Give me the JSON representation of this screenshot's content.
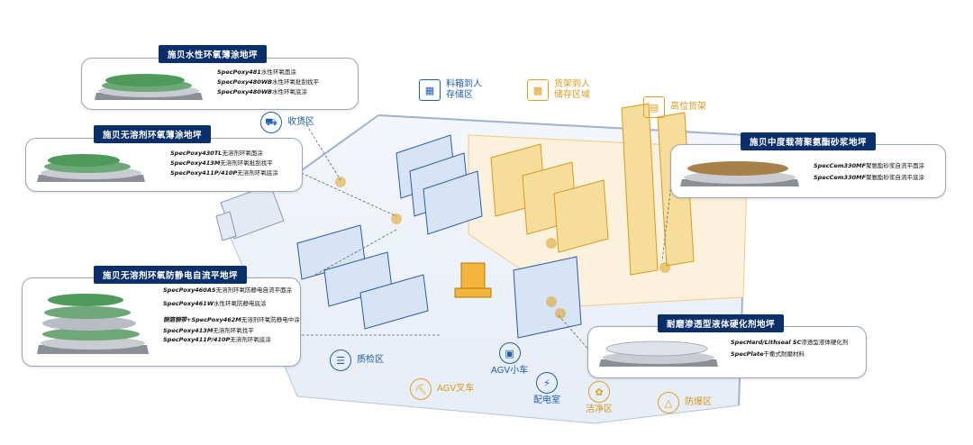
{
  "cards": {
    "waterborne": {
      "title": "施贝水性环氧薄涂地坪",
      "layers": [
        {
          "code": "SpecPoxy481",
          "desc": "水性环氧面涂"
        },
        {
          "code": "SpecPoxy480WB",
          "desc": "水性环氧批刮找平"
        },
        {
          "code": "SpecPoxy480WB",
          "desc": "水性环氧底涂"
        }
      ]
    },
    "solvent_free_thin": {
      "title": "施贝无溶剂环氧薄涂地坪",
      "layers": [
        {
          "code": "SpecPoxy430TL",
          "desc": "无溶剂环氧面涂"
        },
        {
          "code": "SpecPoxy413M",
          "desc": "无溶剂环氧批刮找平"
        },
        {
          "code": "SpecPoxy411P/410P",
          "desc": "无溶剂环氧底涂"
        }
      ]
    },
    "antistatic": {
      "title": "施贝无溶剂环氧防静电自流平地坪",
      "layers": [
        {
          "code": "SpecPoxy460AS",
          "desc": "无溶剂环氧防静电自流平面涂"
        },
        {
          "code": "SpecPoxy461W",
          "desc": "水性环氧防静电底涂"
        },
        {
          "code": "铜箔铜带+SpecPoxy462M",
          "desc": "无溶剂环氧防静电中涂"
        },
        {
          "code": "SpecPoxy413M",
          "desc": "无溶剂环氧找平"
        },
        {
          "code": "SpecPoxy411P/410P",
          "desc": "无溶剂环氧底涂"
        }
      ]
    },
    "polyurethane": {
      "title": "施贝中度载荷聚氨酯砂浆地坪",
      "layers": [
        {
          "code": "SpecCem330MF",
          "desc": "聚氨酯砂浆自流平面涂"
        },
        {
          "code": "SpecCem330MF",
          "desc": "聚氨酯砂浆自流平底涂"
        }
      ]
    },
    "hardener": {
      "title": "耐磨渗透型液体硬化剂地坪",
      "layers": [
        {
          "code": "SpecHard/Lithseal SC",
          "desc": "渗透型液体硬化剂"
        },
        {
          "code": "SpecPlate",
          "desc": "干撒式耐磨材料"
        }
      ]
    }
  },
  "zones": {
    "receiving": "收货区",
    "bin_storage": "料箱到人\n存储区",
    "shelf_storage": "货架到人\n储存区域",
    "high_rack": "高位货架",
    "inspection": "质检区",
    "agv_forklift": "AGV叉车",
    "agv_cart": "AGV小车",
    "power_room": "配电室",
    "clean_area": "洁净区",
    "explosion_proof": "防爆区"
  },
  "colors": {
    "navy": "#0b2f6b",
    "blue_zone": "#1f5fb0",
    "gold_zone": "#e0a020",
    "green_coat": "#4f9a5a",
    "brown_coat": "#a8804a",
    "silver_coat": "#b8bcc4"
  }
}
